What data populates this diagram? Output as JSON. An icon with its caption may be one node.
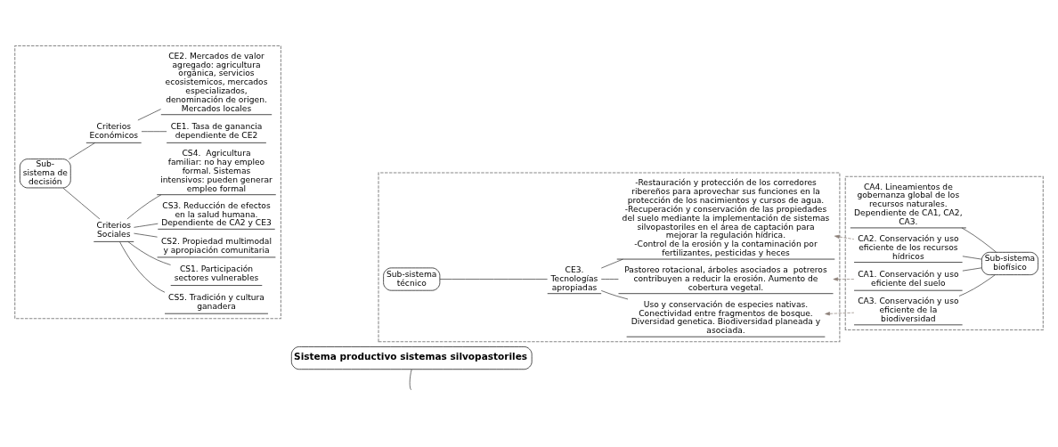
{
  "diagram": {
    "nodes": [
      {
        "text": [
          "Sistema productivo sistemas silvopastoriles"
        ]
      },
      {
        "text": [],
        "shape": "box"
      },
      {
        "text": [
          "Sub-sistema de decisión"
        ],
        "in": 1
      },
      {
        "text": [
          "Criterios Sociales"
        ],
        "in": 1
      },
      {
        "text": [
          "CS1. Participación sectores vulnerables"
        ],
        "in": 1
      },
      {
        "text": [
          "CS2. Propiedad multimodal y apropiación comunitaria"
        ],
        "in": 1
      },
      {
        "text": [
          "CS3. Reducción de efectos en la salud humana. Dependiente de CA2 y CE3"
        ],
        "in": 1
      },
      {
        "text": [
          "CS4.  Agricultura familiar: no hay empleo formal. Sistemas intensivos: pueden generar empleo formal"
        ],
        "in": 1
      },
      {
        "text": [
          "CS5. Tradición y cultura ganadera"
        ],
        "in": 1
      },
      {
        "text": [
          "Criterios Económicos"
        ],
        "in": 1
      },
      {
        "text": [
          "CE1. Tasa de ganancia dependiente de CE2"
        ],
        "in": 1
      },
      {
        "text": [
          "CE2. Mercados de valor agregado: agricultura orgánica, servicios ecosistemicos, mercados especializados, denominación de origen. Mercados locales"
        ],
        "in": 1
      },
      {
        "text": [],
        "shape": "box"
      },
      {
        "text": [
          "Sub-sistema técnico"
        ],
        "in": 12
      },
      {
        "text": [
          "CE3. Tecnologías apropiadas"
        ],
        "in": 12
      },
      {
        "text": [
          "Uso y conservación de especies nativas. Conectividad entre fragmentos de bosque. Diversidad genetica. Biodiversidad planeada y asociada."
        ],
        "in": 12
      },
      {
        "text": [
          "Pastoreo rotacional, árboles asociados a  potreros contribuyen a reducir la erosión. Aumento de cobertura vegetal."
        ],
        "in": 12
      },
      {
        "text": [
          "-Restauración y protección de los corredores ribereños para aprovechar sus funciones en la protección de los nacimientos y cursos de agua.",
          "-Recuperación y conservación de las propiedades del suelo mediante la implementación de sistemas silvopastoriles en el área de captación para mejorar la regulación hídrica.",
          "-Control de la erosión y la contaminación por fertilizantes, pesticidas y heces"
        ],
        "in": 12
      },
      {
        "text": [],
        "shape": "box"
      },
      {
        "text": [
          "CA3. Conservación y uso eficiente de la biodiversidad"
        ],
        "in": 18
      },
      {
        "text": [
          "CA1. Conservación y uso eficiente del suelo"
        ],
        "in": 18
      },
      {
        "text": [
          "CA2. Conservación y uso eficiente de los recursos hídricos"
        ],
        "in": 18
      },
      {
        "text": [
          "CA4. Lineamientos de gobernanza global de los recursos naturales. Dependiente de CA1, CA2, CA3."
        ],
        "in": 18
      },
      {
        "text": [
          "Sub-sistema biofísico"
        ],
        "in": 18
      }
    ],
    "edges": [
      {
        "from": 0,
        "to": null,
        "arrow": "none"
      },
      {
        "from": 2,
        "to": 3,
        "arrow": "none"
      },
      {
        "from": 2,
        "to": 9,
        "arrow": "none"
      },
      {
        "from": 3,
        "to": 4,
        "arrow": "none"
      },
      {
        "from": 3,
        "to": 5,
        "arrow": "none"
      },
      {
        "from": 3,
        "to": 6,
        "arrow": "none"
      },
      {
        "from": 3,
        "to": 7,
        "arrow": "none"
      },
      {
        "from": 3,
        "to": 8,
        "arrow": "none"
      },
      {
        "from": 9,
        "to": 10,
        "arrow": "none"
      },
      {
        "from": 9,
        "to": 11,
        "arrow": "none"
      },
      {
        "from": 13,
        "to": 14,
        "arrow": "none"
      },
      {
        "from": 14,
        "to": 15,
        "arrow": "none"
      },
      {
        "from": 14,
        "to": 16,
        "arrow": "none"
      },
      {
        "from": 14,
        "to": 17,
        "arrow": "none"
      },
      {
        "from": 23,
        "to": 19,
        "arrow": "none"
      },
      {
        "from": 23,
        "to": 20,
        "arrow": "none"
      },
      {
        "from": 23,
        "to": 21,
        "arrow": "none"
      },
      {
        "from": 23,
        "to": 22,
        "arrow": "none"
      },
      {
        "from": 19,
        "to": 15,
        "arrow": "to",
        "style": "dashed",
        "color": "#8c8078"
      },
      {
        "from": 20,
        "to": 16,
        "arrow": "to",
        "style": "dashed",
        "color": "#8c8078"
      },
      {
        "from": 21,
        "to": 17,
        "arrow": "to",
        "style": "dashed",
        "color": "#8c8078"
      }
    ]
  }
}
